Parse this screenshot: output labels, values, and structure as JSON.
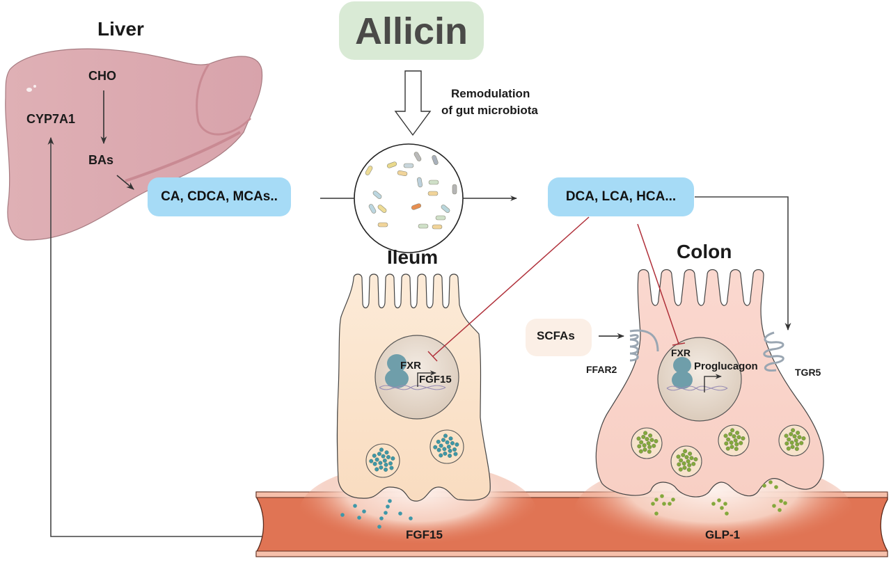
{
  "figure": {
    "compound": "Allicin",
    "microbiota_label_line1": "Remodulation",
    "microbiota_label_line2": "of gut microbiota"
  },
  "liver": {
    "title": "Liver",
    "cho": "CHO",
    "bas": "BAs",
    "enzyme": "CYP7A1"
  },
  "bile_acids": {
    "primary": "CA, CDCA, MCAs..",
    "secondary": "DCA, LCA, HCA..."
  },
  "ileum": {
    "title": "Ileum",
    "receptor": "FXR",
    "gene": "FGF15",
    "secreted": "FGF15"
  },
  "colon": {
    "title": "Colon",
    "receptor": "FXR",
    "gene": "Proglucagon",
    "scfa": "SCFAs",
    "ffar": "FFAR2",
    "tgr": "TGR5",
    "secreted": "GLP-1"
  },
  "colors": {
    "allicin_bg": "#d9ead5",
    "pill_bg": "#a6dbf6",
    "liver": "#dca6ad",
    "ileum_cell": "#fbe3c8",
    "colon_cell": "#f9d3c8",
    "vessel": "#e07454",
    "inhibition": "#b0303a",
    "fgf15_granule": "#3e97a8",
    "glp1_granule": "#84a83c"
  }
}
